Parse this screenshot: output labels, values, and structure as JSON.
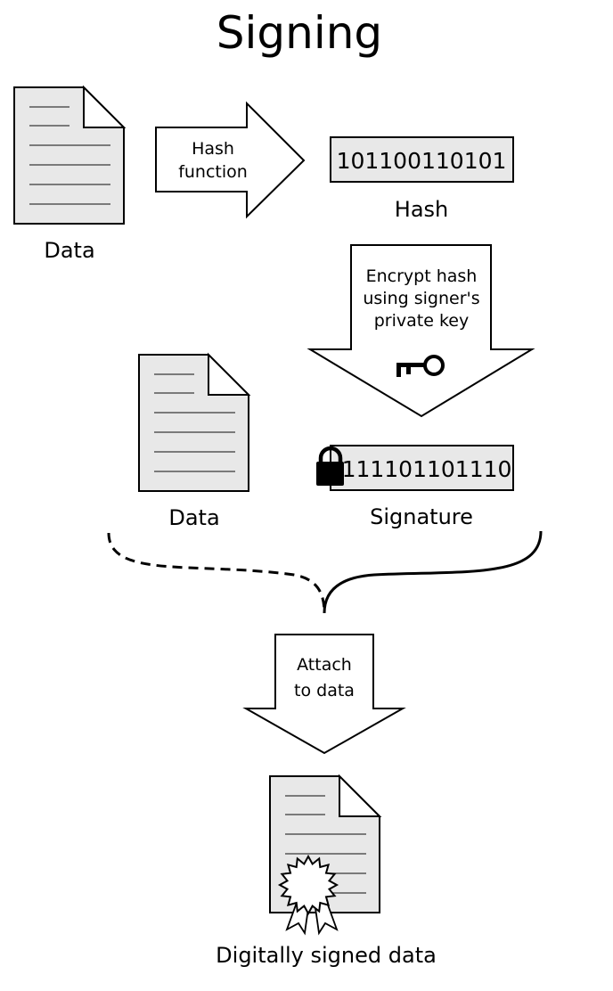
{
  "title": "Signing",
  "source_document": {
    "label": "Data"
  },
  "hash_step": {
    "line1": "Hash",
    "line2": "function"
  },
  "hash_value": {
    "bits": "101100110101",
    "label": "Hash"
  },
  "encrypt_step": {
    "line1": "Encrypt hash",
    "line2": "using signer's",
    "line3": "private key",
    "icon": "key-icon"
  },
  "data_document": {
    "label": "Data"
  },
  "signature": {
    "bits": "111101101110",
    "label": "Signature",
    "icon": "padlock-icon"
  },
  "attach_step": {
    "line1": "Attach",
    "line2": "to data"
  },
  "result": {
    "label": "Digitally signed data",
    "icon": "certificate-seal-icon"
  },
  "colors": {
    "shape_fill": "#e8e8e8",
    "arrow_fill": "#ffffff",
    "stroke": "#000000"
  }
}
